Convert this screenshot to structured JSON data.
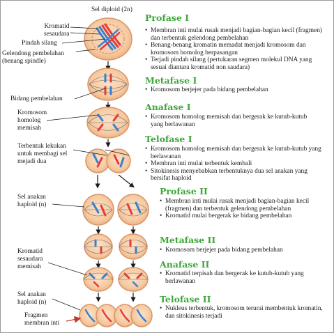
{
  "colors": {
    "phase_title": "#3ea63b",
    "cell_fill": "#f6c9a0",
    "cell_edge": "#e2a173",
    "chromatid_blue": "#3b7fd1",
    "chromatid_red": "#e23c3c",
    "spindle": "#6e6e6e"
  },
  "top_label": "Sel  diploid (2n)",
  "labels": {
    "kromatid": "Kromatid\nsesaudara",
    "pindah_silang": "Pindah silang",
    "gelendong": "Gelendong pembelahan\n(benang spindle)",
    "bidang": "Bidang pembelahan",
    "kromosom": "Kromosom\nhomolog\nmemisah",
    "lekukan": "Terbentuk lekukan\nuntuk membagi sel\nmejadi dua",
    "anakan1": "Sel anakan\nhaploid (n)",
    "kromatid_memisah": "Kromatid\nsesaudara\nmemisah",
    "anakan2": "Sel anakan\nhaploid (n)",
    "fragmen": "Fragmen\nmembran inti"
  },
  "phases": [
    {
      "title": "Profase I",
      "points": [
        "Membran inti mulai rusak menjadi bagian-bagian kecil (fragmen) dan terbentuk gelendong pembelahan",
        "Benang-benang kromatin memadat menjadi kromosom dan kromosom homolog berpasangan",
        "Terjadi pindah silang (pertukaran segmen molekul DNA yang sesuai diantara kromatid non saudara)"
      ]
    },
    {
      "title": "Metafase I",
      "points": [
        "Kromosom berjejer pada bidang pembelahan"
      ]
    },
    {
      "title": "Anafase I",
      "points": [
        "Kromosom homolog memisah dan bergerak ke kutub-kutub yang berlawanan"
      ]
    },
    {
      "title": "Telofase I",
      "points": [
        "Kromosom homolog memisah dan bergerak ke kutub-kutub yang berlawanan",
        "Membran inti mulai terbentuk kembali",
        "Sitokinesis menyebabkan terbentuknya dua sel anakan yang bersifat haploid"
      ]
    },
    {
      "title": "Profase II",
      "points": [
        "Membran inti mulai rusak menjadi bagian-bagian kecil (fragmen) dan terbentuk gelendong pembelahan",
        "Kromatid mulai bergerak ke bidang pembelahan"
      ]
    },
    {
      "title": "Metafase II",
      "points": [
        "Kromosom berjejer pada bidang pembelahan"
      ]
    },
    {
      "title": "Anafase II",
      "points": [
        "Kromatid terpisah dan bergerak ke kutub-kutub yang berlawanan"
      ]
    },
    {
      "title": "Telofase II",
      "points": [
        "Nukleus terbentuk, kromosom terurai membentuk kromatin, dan sitokinesis terjadi"
      ]
    }
  ]
}
